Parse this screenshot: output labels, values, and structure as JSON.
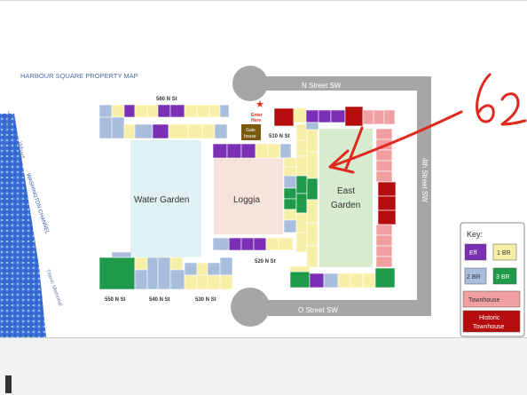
{
  "map": {
    "title": "HARBOUR SQUARE PROPERTY MAP",
    "streets": {
      "n_street": "N Street SW",
      "o_street": "O Street SW",
      "fourth_street": "4th Street SW"
    },
    "building_labels": {
      "n560": "560 N St",
      "n510": "510 N St",
      "n520": "520 N St",
      "n550": "550 N St",
      "n540": "540 N St",
      "n530": "530 N St"
    },
    "areas": {
      "water_garden": "Water Garden",
      "loggia": "Loggia",
      "east_garden_line1": "East",
      "east_garden_line2": "Garden"
    },
    "entrance": {
      "line1": "Enter",
      "line2": "Here"
    },
    "gatehouse": {
      "line1": "Gate",
      "line2": "house"
    },
    "river": {
      "wharf": "Wharf",
      "channel": "WASHINGTON CHANNEL",
      "memorial": "Titanic Memorial"
    },
    "key": {
      "title": "Key:",
      "eff": "Eff",
      "br1": "1 BR",
      "br2": "2 BR",
      "br3": "3 BR",
      "townhouse": "Townhouse",
      "historic_line1": "Historic",
      "historic_line2": "Townhouse"
    },
    "annotation": "62",
    "colors": {
      "eff": "#7a2fb5",
      "br1": "#f7efa6",
      "br2": "#a9bddc",
      "br3": "#1f9a4b",
      "townhouse": "#f0a0a0",
      "historic": "#b50d0d",
      "road": "#a6a6a6",
      "water_garden": "#dff1f3",
      "loggia": "#f6e4dc",
      "east_garden": "#d6ebcf",
      "ink": "#e0281e"
    }
  }
}
